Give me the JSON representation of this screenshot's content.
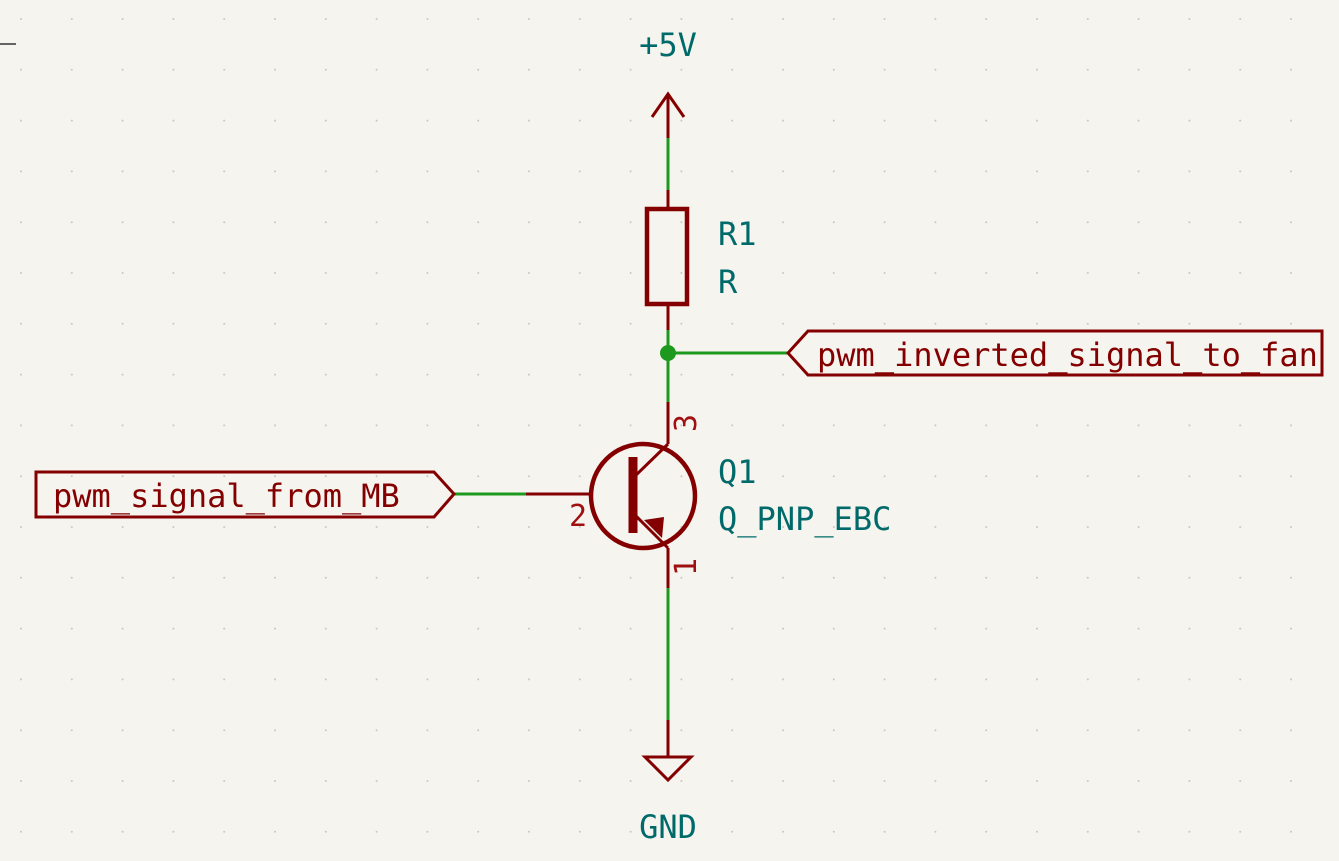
{
  "colors": {
    "background": "#f5f4ef",
    "wire": "#1d9a1d",
    "symbol": "#840000",
    "reference_text": "#006a6a",
    "grid_dot": "#c9c8c0"
  },
  "power": {
    "supply_label": "+5V",
    "ground_label": "GND"
  },
  "resistor": {
    "reference": "R1",
    "value": "R"
  },
  "transistor": {
    "reference": "Q1",
    "value": "Q_PNP_EBC",
    "pin_base": "2",
    "pin_collector": "3",
    "pin_emitter": "1"
  },
  "labels": {
    "input": "pwm_signal_from_MB",
    "output": "pwm_inverted_signal_to_fan"
  }
}
